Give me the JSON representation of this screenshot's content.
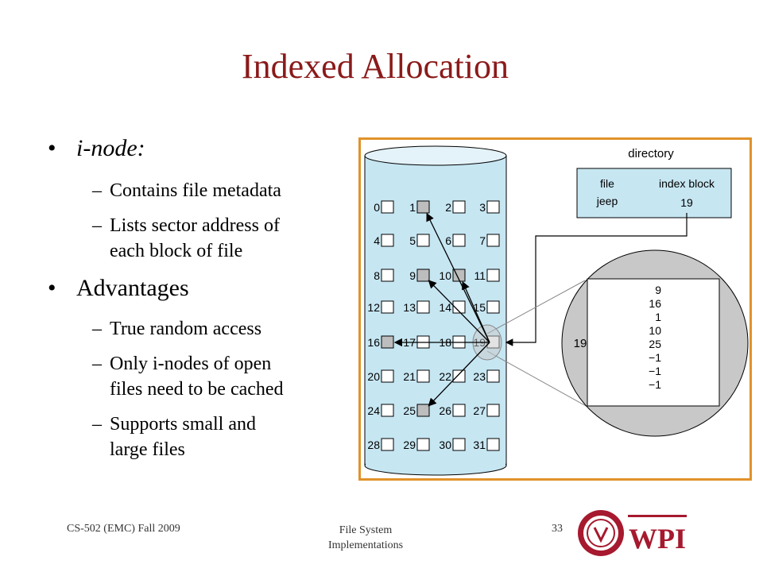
{
  "slide": {
    "title": "Indexed Allocation",
    "bullets": [
      {
        "text": "i-node:",
        "italic": true,
        "subs": [
          {
            "lines": [
              "Contains file metadata"
            ]
          },
          {
            "lines": [
              "Lists sector address of",
              "each block of file"
            ]
          }
        ]
      },
      {
        "text": "Advantages",
        "italic": false,
        "subs": [
          {
            "lines": [
              "True random access"
            ]
          },
          {
            "lines": [
              "Only i-nodes of open",
              "files need to be cached"
            ]
          },
          {
            "lines": [
              "Supports small and",
              "large files"
            ]
          }
        ]
      }
    ]
  },
  "figure": {
    "directory_label": "directory",
    "col_file": "file",
    "col_index": "index block",
    "file_name": "jeep",
    "index_block": "19",
    "zoom_label": "19",
    "index_entries": [
      "9",
      "16",
      "1",
      "10",
      "25",
      "−1",
      "−1",
      "−1"
    ],
    "block_labels": [
      "0",
      "1",
      "2",
      "3",
      "4",
      "5",
      "6",
      "7",
      "8",
      "9",
      "10",
      "11",
      "12",
      "13",
      "14",
      "15",
      "16",
      "17",
      "18",
      "19",
      "20",
      "21",
      "22",
      "23",
      "24",
      "25",
      "26",
      "27",
      "28",
      "29",
      "30",
      "31"
    ],
    "used_blocks": [
      "1",
      "9",
      "10",
      "16",
      "25"
    ],
    "index_block_id": "19"
  },
  "footer": {
    "course": "CS-502 (EMC) Fall 2009",
    "center_line1": "File System",
    "center_line2": "Implementations",
    "page": "33",
    "logo_text": "WPI"
  },
  "colors": {
    "title": "#8b1a1a",
    "border": "#e0922a",
    "disk": "#c6e6f2",
    "logo": "#a6192e"
  }
}
